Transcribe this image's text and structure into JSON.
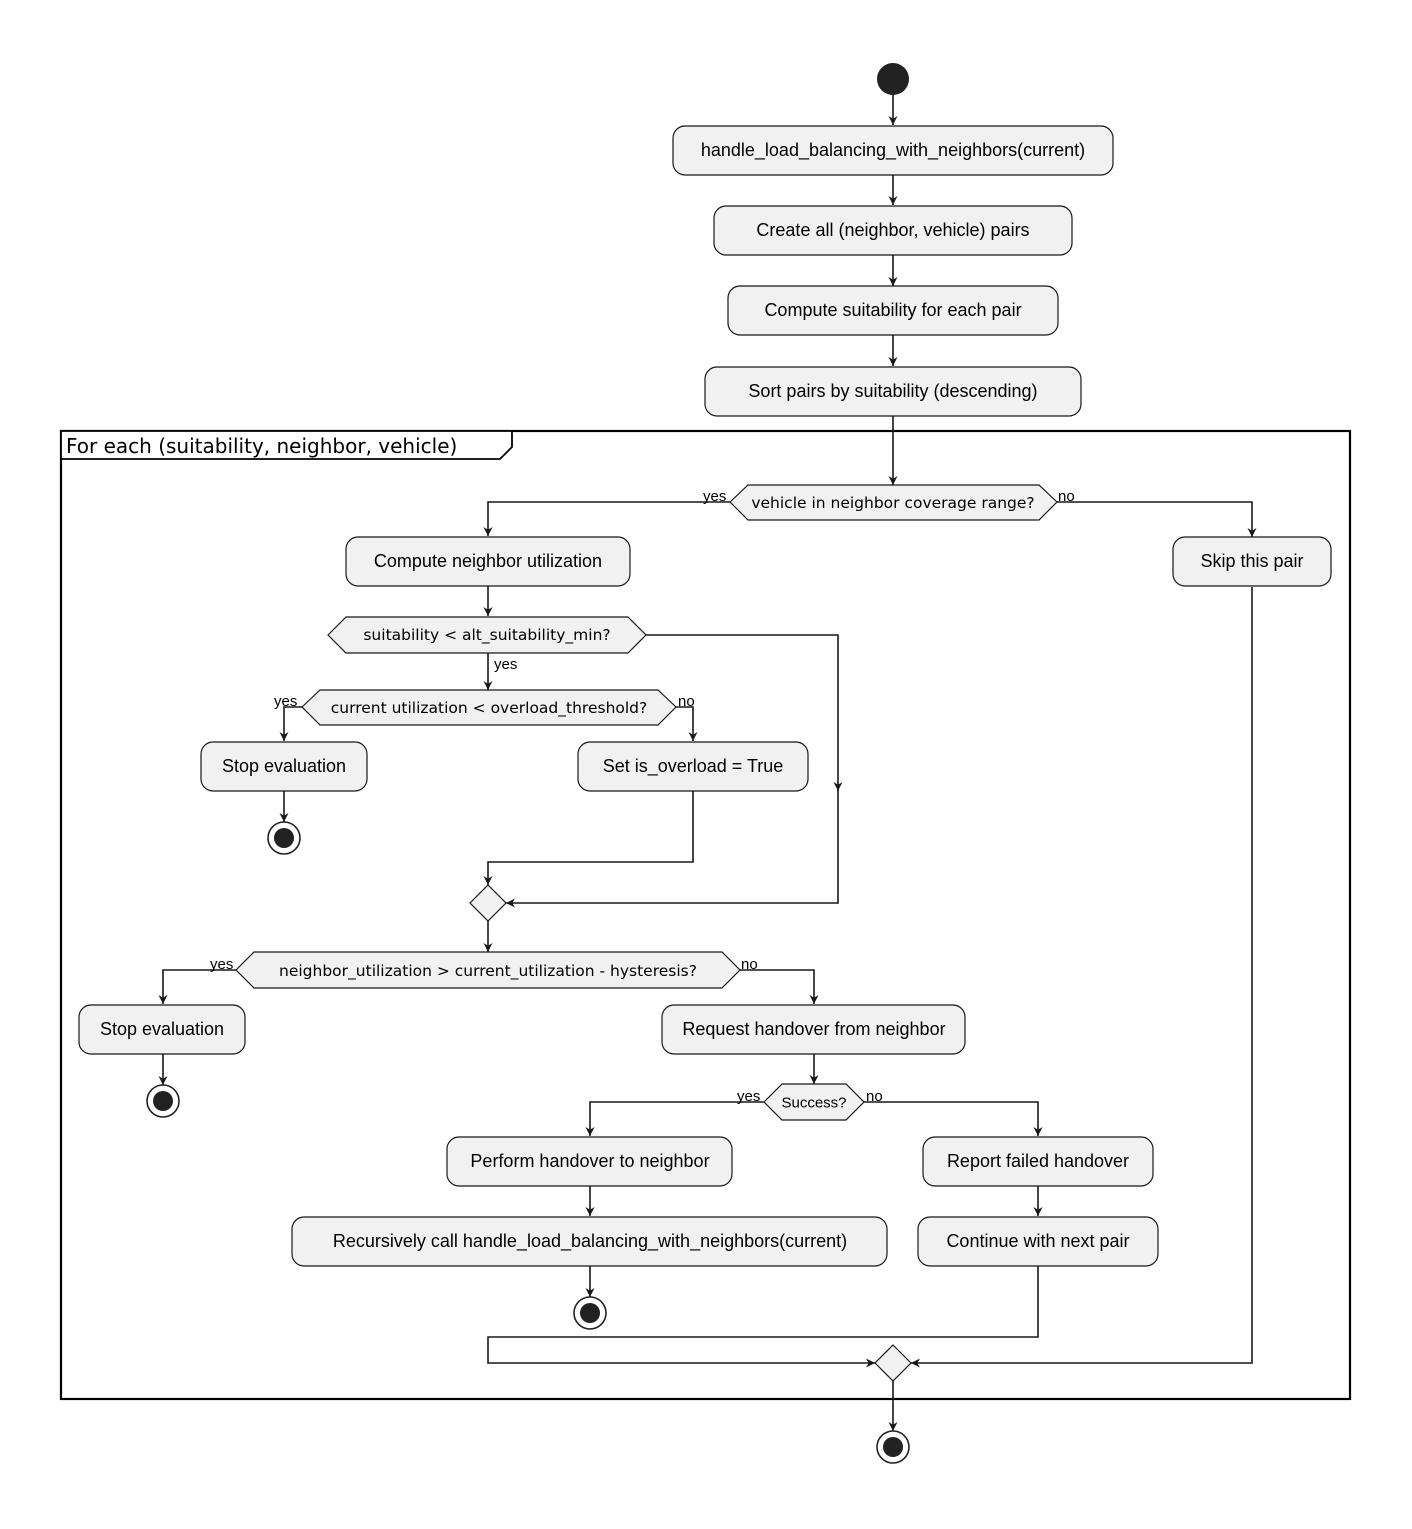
{
  "loop_frame": {
    "label": "For each (suitability, neighbor, vehicle)"
  },
  "activities": {
    "handle": "handle_load_balancing_with_neighbors(current)",
    "create_pairs": "Create all (neighbor, vehicle) pairs",
    "compute_suitability": "Compute suitability for each pair",
    "sort_pairs": "Sort pairs by suitability (descending)",
    "compute_util": "Compute neighbor utilization",
    "skip_pair": "Skip this pair",
    "stop_eval_1": "Stop evaluation",
    "set_overload": "Set is_overload = True",
    "stop_eval_2": "Stop evaluation",
    "request_handover": "Request handover from neighbor",
    "perform_handover": "Perform handover to neighbor",
    "recursive_call": "Recursively call handle_load_balancing_with_neighbors(current)",
    "report_failed": "Report failed handover",
    "continue_next": "Continue with next pair"
  },
  "decisions": {
    "coverage": "vehicle in neighbor coverage range?",
    "suitability": "suitability < alt_suitability_min?",
    "overload": "current utilization < overload_threshold?",
    "hysteresis": "neighbor_utilization > current_utilization - hysteresis?",
    "success": "Success?"
  },
  "branch_labels": {
    "coverage_yes": "yes",
    "coverage_no": "no",
    "suitability_yes": "yes",
    "overload_yes": "yes",
    "overload_no": "no",
    "hysteresis_yes": "yes",
    "hysteresis_no": "no",
    "success_yes": "yes",
    "success_no": "no"
  }
}
